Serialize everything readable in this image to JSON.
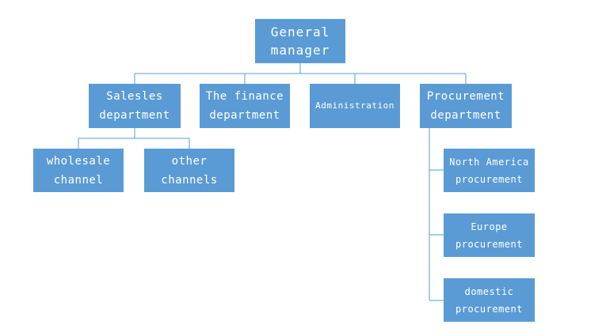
{
  "org_chart": {
    "root": {
      "line1": "General",
      "line2": "manager"
    },
    "departments": {
      "sales": {
        "line1": "Salesles",
        "line2": "department"
      },
      "finance": {
        "line1": "The finance",
        "line2": "department"
      },
      "administration": {
        "label": "Administration"
      },
      "procurement": {
        "line1": "Procurement",
        "line2": "department"
      }
    },
    "sales_children": {
      "wholesale": {
        "line1": "wholesale",
        "line2": "channel"
      },
      "other": {
        "line1": "other",
        "line2": "channels"
      }
    },
    "procurement_children": {
      "north_america": {
        "line1": "North America",
        "line2": "procurement"
      },
      "europe": {
        "line1": "Europe",
        "line2": "procurement"
      },
      "domestic": {
        "line1": "domestic",
        "line2": "procurement"
      }
    }
  },
  "colors": {
    "box": "#5b9bd5",
    "line": "#5b9bd5",
    "text": "#ffffff",
    "background": "#ffffff"
  }
}
